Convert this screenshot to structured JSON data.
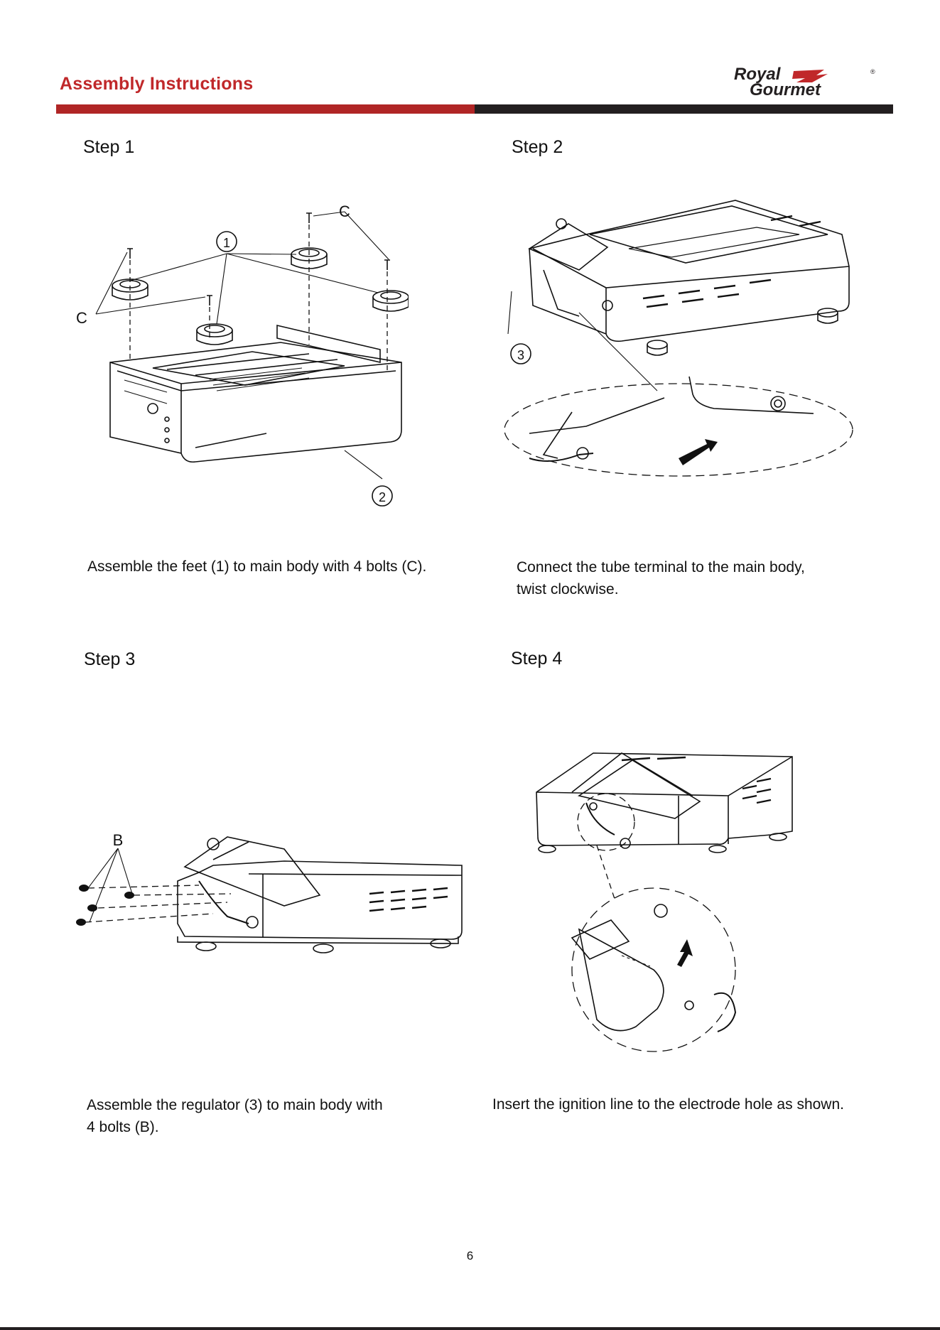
{
  "header": {
    "title": "Assembly Instructions",
    "logo_line1": "Royal",
    "logo_line2": "Gourmet",
    "logo_mark": "®"
  },
  "steps": [
    {
      "title": "Step 1",
      "caption_lines": [
        "Assemble  the feet (1) to main body with 4 bolts (C)."
      ],
      "callouts": [
        "1",
        "2",
        "C",
        "C"
      ]
    },
    {
      "title": "Step 2",
      "caption_lines": [
        "Connect the tube terminal to the main body,",
        "twist clockwise."
      ],
      "callouts": [
        "3"
      ]
    },
    {
      "title": "Step 3",
      "caption_lines": [
        "Assemble  the regulator (3) to main body with",
        "4 bolts (B)."
      ],
      "callouts": [
        "B"
      ]
    },
    {
      "title": "Step 4",
      "caption_lines": [
        "Insert the ignition line to the electrode hole as shown."
      ],
      "callouts": []
    }
  ],
  "page_number": "6"
}
